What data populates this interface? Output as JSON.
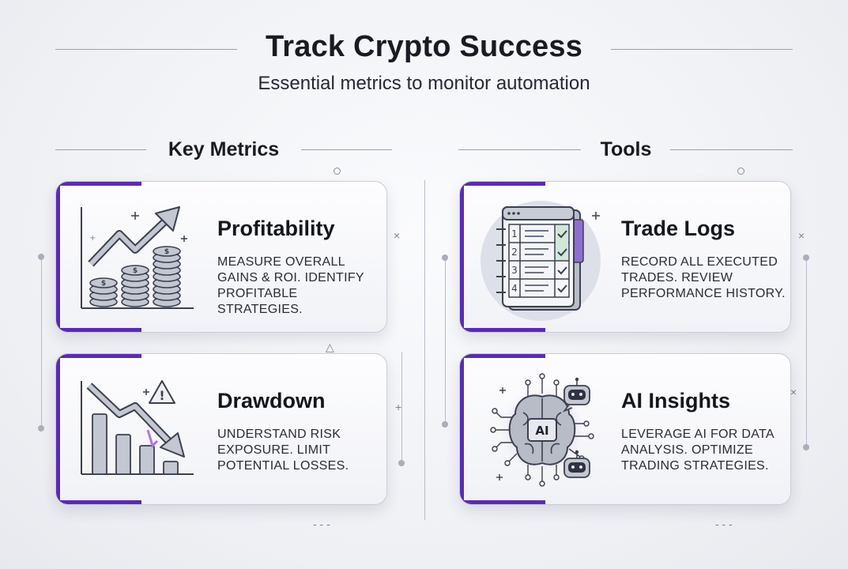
{
  "header": {
    "title": "Track Crypto Success",
    "subtitle": "Essential metrics to monitor automation"
  },
  "sections": [
    {
      "heading": "Key Metrics",
      "cards": [
        {
          "title": "Profitability",
          "lines": [
            "MEASURE OVERALL",
            "GAINS & ROI. IDENTIFY",
            "PROFITABLE STRATEGIES."
          ],
          "icon": "rising-chart-coins-icon"
        },
        {
          "title": "Drawdown",
          "lines": [
            "UNDERSTAND RISK",
            "EXPOSURE. LIMIT",
            "POTENTIAL LOSSES."
          ],
          "icon": "falling-chart-warning-icon"
        }
      ]
    },
    {
      "heading": "Tools",
      "cards": [
        {
          "title": "Trade Logs",
          "lines": [
            "RECORD ALL EXECUTED",
            "TRADES. REVIEW",
            "PERFORMANCE HISTORY."
          ],
          "icon": "trade-log-notebook-icon",
          "log_rows": [
            "1",
            "2",
            "3",
            "4"
          ]
        },
        {
          "title": "AI Insights",
          "lines": [
            "LEVERAGE AI FOR DATA",
            "ANALYSIS. OPTIMIZE",
            "TRADING STRATEGIES."
          ],
          "icon": "ai-brain-robots-icon",
          "brain_label": "AI"
        }
      ]
    }
  ],
  "colors": {
    "accent": "#5b2bb0",
    "icon_stroke": "#3c3f4d",
    "icon_fill": "#c3c7d2",
    "glow": "#c9b3f0"
  }
}
